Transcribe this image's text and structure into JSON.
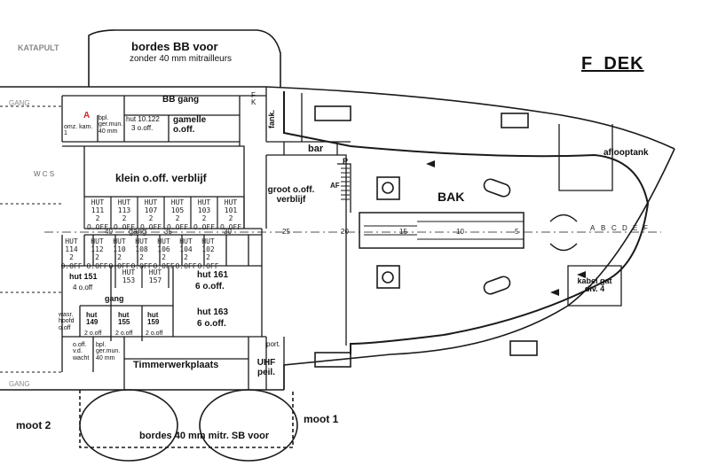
{
  "deck_title": "F_DEK",
  "colors": {
    "ink": "#1a1a1a",
    "paper": "#ffffff",
    "marker": "#c62828"
  },
  "labels": {
    "katapult": "KATAPULT",
    "bordes_bb": "bordes BB voor",
    "bordes_bb_sub": "zonder 40 mm mitrailleurs",
    "bb_gang": "BB gang",
    "gang_left_top": "GANG",
    "gang_left_bottom": "GANG",
    "marker_a": "A",
    "omz_kam": "omz. kam. 1",
    "bpl_ger_top": "bpl. ger.mun. 40 mm",
    "hut_10122": "hut 10.122",
    "hut_10122_sub": "3 o.off.",
    "gamelle": "gamelle o.off.",
    "fank": "fank.",
    "fk": "F K",
    "bar": "bar",
    "af_left": "AF",
    "p_mark": "P",
    "klein": "klein o.off. verblijf",
    "groot": "groot o.off. verblijf",
    "bak": "BAK",
    "aflooptank": "aflooptank",
    "gang_mid": "gang",
    "gang_lower": "gang",
    "hut151": "hut 151",
    "hut151_sub": "4 o.off",
    "hut161": "hut 161",
    "hut161_sub": "6 o.off.",
    "hut163": "hut 163",
    "hut163_sub": "6 o.off.",
    "hut149": "hut 149",
    "hut149_sub": "2 o.off",
    "hut155": "hut 155",
    "hut155_sub": "2 o.off",
    "hut159": "hut 159",
    "hut159_sub": "2 o.off",
    "wasr": "wasr. hoofd o.off",
    "off_wacht": "o.off. v.d. wacht",
    "bpl_ger_bottom": "bpl. ger.mun. 40 mm",
    "timmer": "Timmerwerkplaats",
    "uhf": "UHF peil.",
    "port": "port.",
    "kabelgat": "kabel gat div. 4",
    "moot1": "moot 1",
    "moot2": "moot 2",
    "bordes_sb": "bordes 40 mm mitr. SB voor",
    "wcs": "W C S"
  },
  "huts_top": [
    {
      "title": "HUT",
      "num": "111",
      "occ": "2 O.OFF"
    },
    {
      "title": "HUT",
      "num": "113",
      "occ": "2 O.OFF"
    },
    {
      "title": "HUT",
      "num": "107",
      "occ": "2 O.OFF"
    },
    {
      "title": "HUT",
      "num": "105",
      "occ": "2 O.OFF"
    },
    {
      "title": "HUT",
      "num": "103",
      "occ": "2 O.OFF"
    },
    {
      "title": "HUT",
      "num": "101",
      "occ": "2 O.OFF"
    }
  ],
  "huts_mid": [
    {
      "title": "HUT",
      "num": "114",
      "occ": "2 O.OFF"
    },
    {
      "title": "HUT",
      "num": "112",
      "occ": "2 O.OFF"
    },
    {
      "title": "HUT",
      "num": "110",
      "occ": "2 O.OFF"
    },
    {
      "title": "HUT",
      "num": "108",
      "occ": "2 O.OFF"
    },
    {
      "title": "HUT",
      "num": "106",
      "occ": "2 O.OFF"
    },
    {
      "title": "HUT",
      "num": "104",
      "occ": "2 O.OFF"
    },
    {
      "title": "HUT",
      "num": "102",
      "occ": "2 O.OFF"
    }
  ],
  "huts_small": [
    {
      "title": "HUT",
      "num": "153"
    },
    {
      "title": "HUT",
      "num": "157"
    }
  ],
  "frames": [
    "40",
    "35",
    "30",
    "25",
    "20",
    "15",
    "10",
    "5"
  ],
  "bow_letters": [
    "A",
    "B",
    "C",
    "D",
    "E",
    "F"
  ]
}
